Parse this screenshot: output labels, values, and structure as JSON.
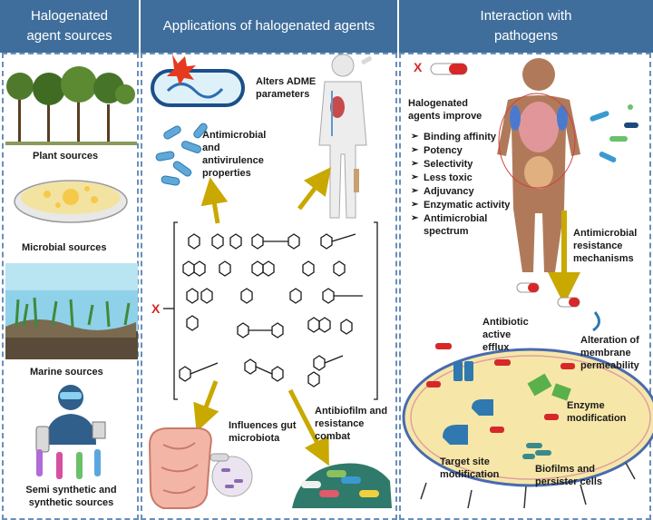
{
  "headers": {
    "sources": "Halogenated agent sources",
    "applications": "Applications of halogenated agents",
    "interaction": "Interaction with pathogens"
  },
  "sources": {
    "plant": "Plant sources",
    "microbial": "Microbial sources",
    "marine": "Marine sources",
    "synthetic": "Semi synthetic and synthetic sources"
  },
  "applications": {
    "adme": "Alters ADME parameters",
    "antimicrobial": "Antimicrobial and antivirulence properties",
    "gut": "Influences gut microbiota",
    "antibiofilm": "Antibiofilm and resistance combat",
    "halogen_marker": "X"
  },
  "interaction": {
    "improve_title": "Halogenated agents improve",
    "improvements": [
      "Binding affinity",
      "Potency",
      "Selectivity",
      "Less toxic",
      "Adjuvancy",
      "Enzymatic activity",
      "Antimicrobial spectrum"
    ],
    "halogen_marker": "X",
    "resistance": "Antimicrobial resistance mechanisms",
    "efflux": "Antibiotic active efflux",
    "permeability": "Alteration of membrane permeability",
    "enzyme": "Enzyme modification",
    "target": "Target site modification",
    "biofilm": "Biofilms and persister cells"
  },
  "colors": {
    "header_bg": "#3f6e9c",
    "panel_border": "#6a8fb8",
    "arrow": "#c9a800",
    "halogen_red": "#d62828",
    "cell_fill": "#f6e7a8"
  }
}
